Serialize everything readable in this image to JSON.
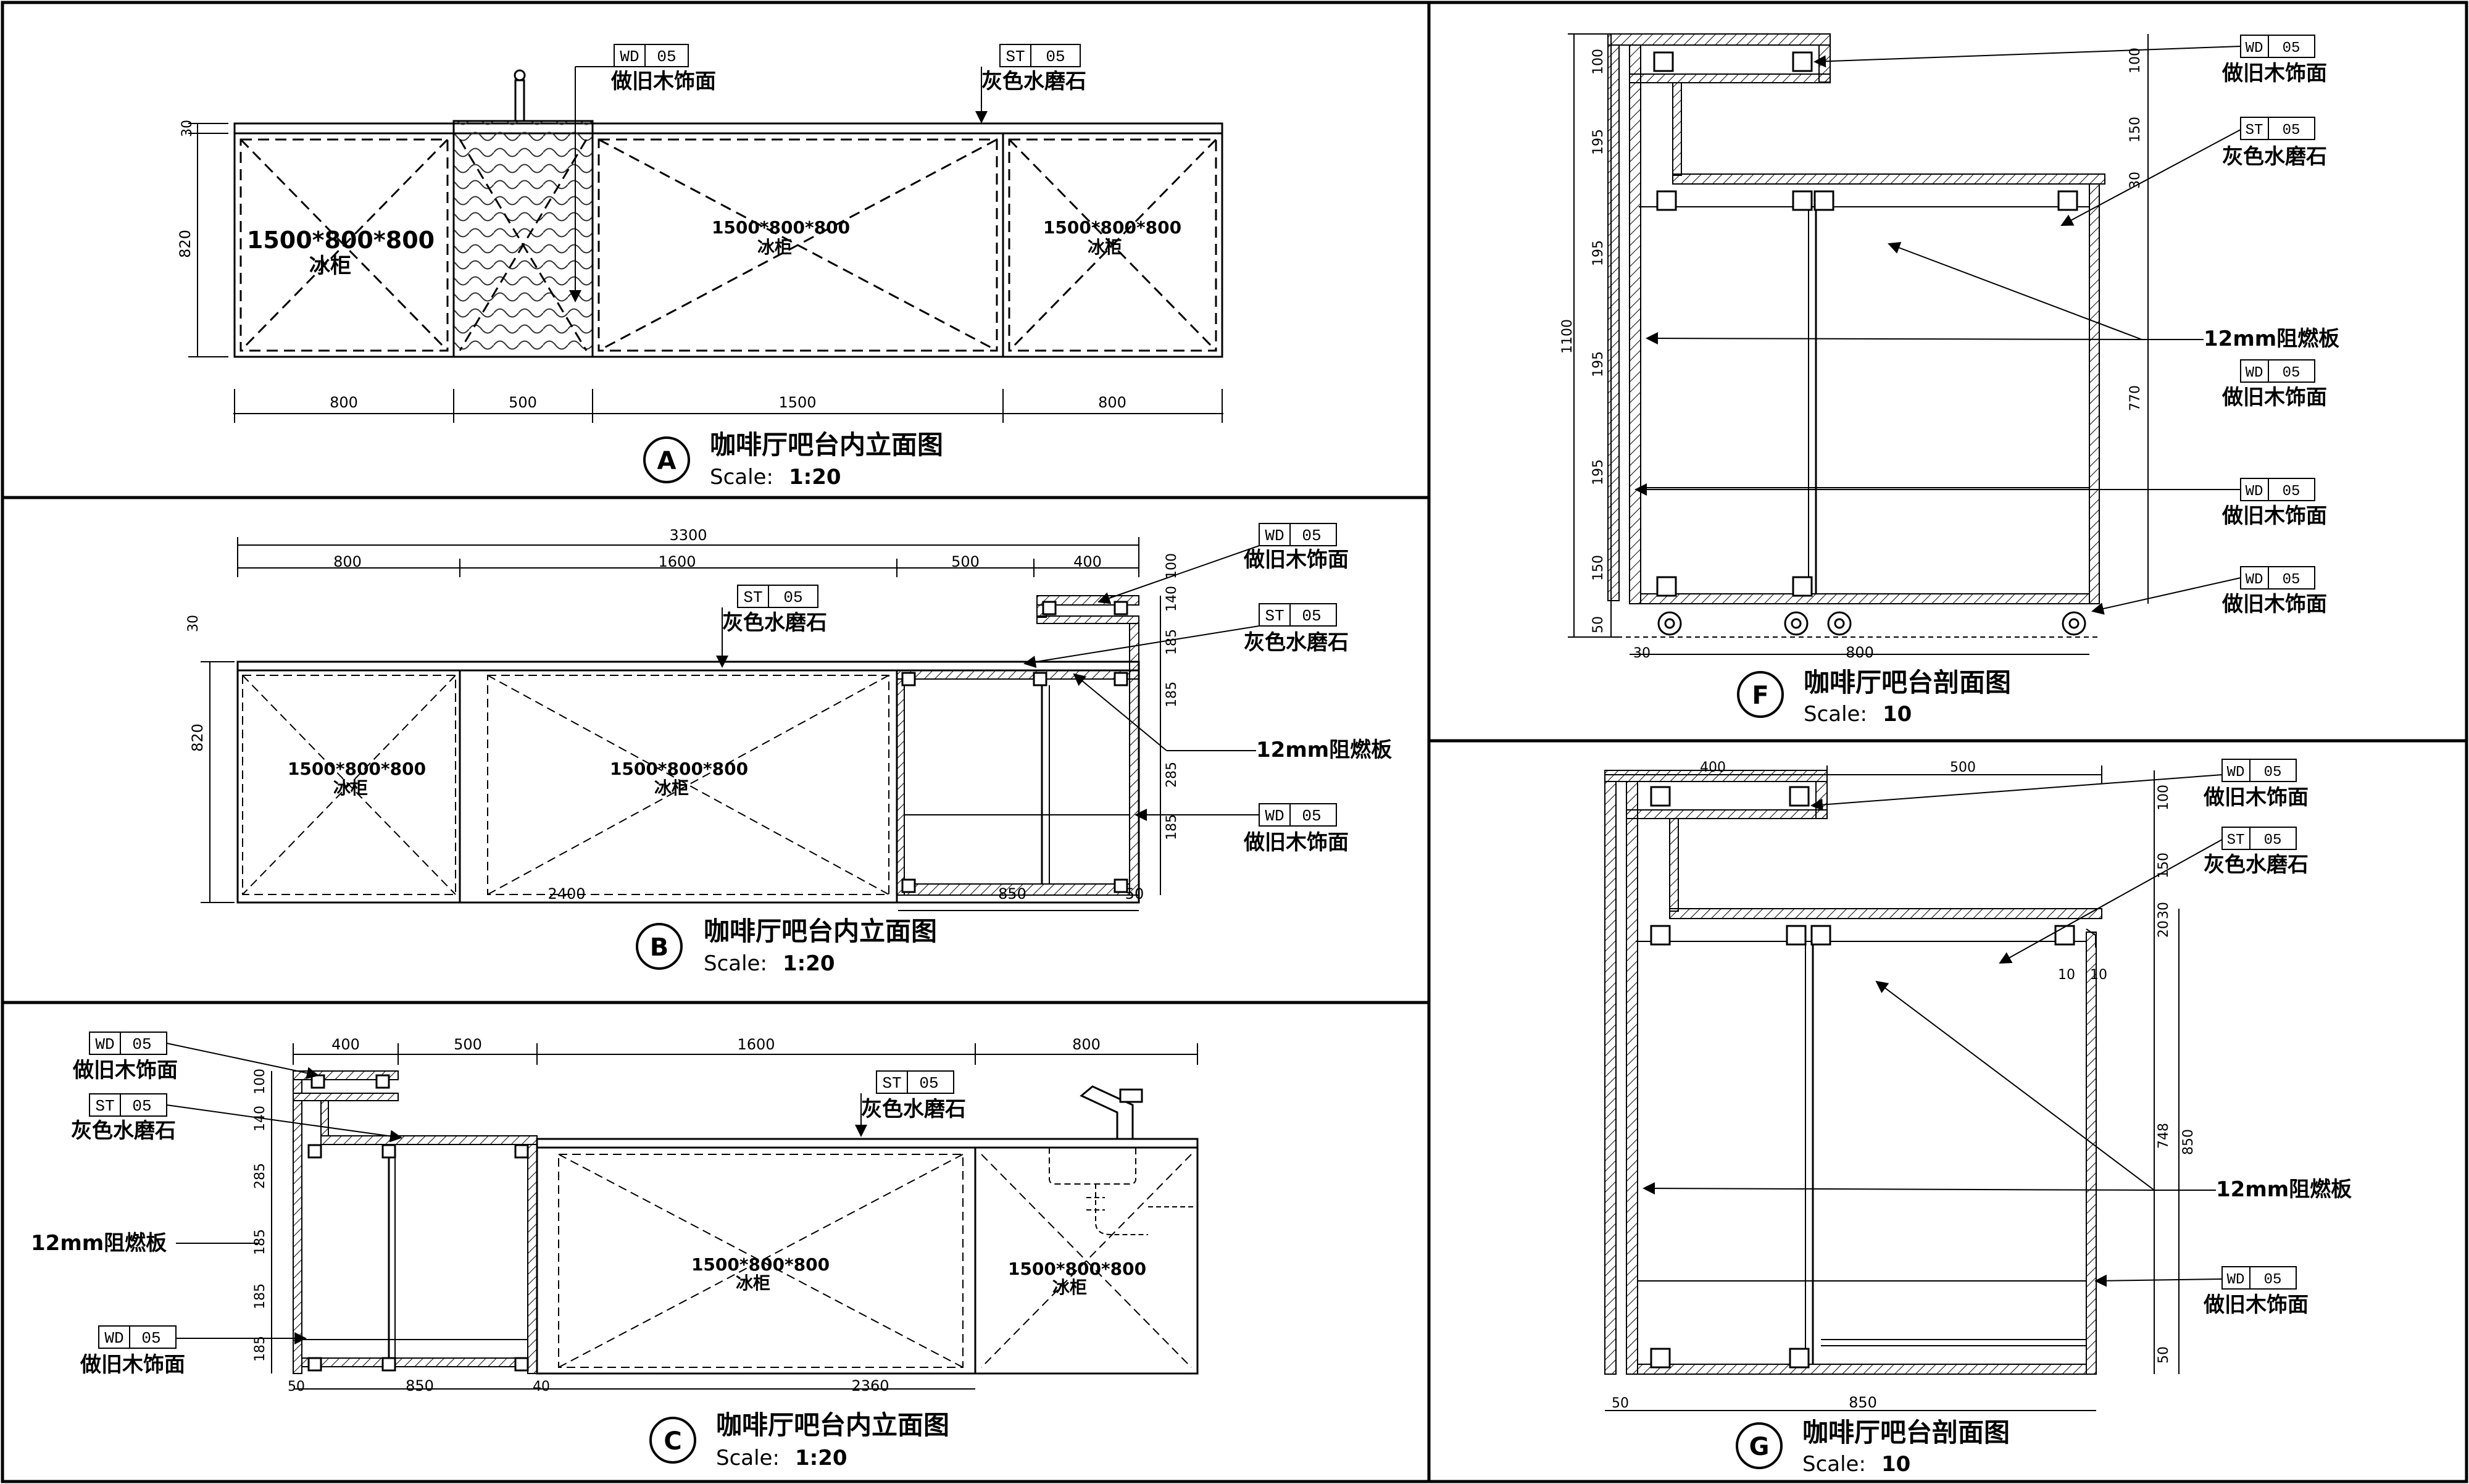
{
  "labels": {
    "wd_code": "WD",
    "st_code": "ST",
    "tag_num": "05",
    "wood": "做旧木饰面",
    "stone": "灰色水磨石",
    "board": "12mm阻燃板",
    "fridge_size": "1500*800*800",
    "fridge": "冰柜",
    "scale_word": "Scale:"
  },
  "views": {
    "A": {
      "letter": "A",
      "title": "咖啡厅吧台内立面图",
      "scale": "1:20",
      "dims_bottom": [
        "800",
        "500",
        "1500",
        "800"
      ],
      "dim_top": "30",
      "dim_height": "820"
    },
    "B": {
      "letter": "B",
      "title": "咖啡厅吧台内立面图",
      "scale": "1:20",
      "dim_total": "3300",
      "dims_top": [
        "800",
        "1600",
        "500",
        "400"
      ],
      "dims_bottom": [
        "2400",
        "850",
        "50"
      ],
      "dim_top": "30",
      "dim_height": "820",
      "dims_right": [
        "100",
        "140",
        "185",
        "185",
        "285",
        "185"
      ]
    },
    "C": {
      "letter": "C",
      "title": "咖啡厅吧台内立面图",
      "scale": "1:20",
      "dims_top": [
        "400",
        "500",
        "1600",
        "800"
      ],
      "dims_bottom": [
        "50",
        "850",
        "40",
        "2360"
      ],
      "dims_left": [
        "100",
        "140",
        "285",
        "185",
        "185",
        "185"
      ]
    },
    "F": {
      "letter": "F",
      "title": "咖啡厅吧台剖面图",
      "scale": "10",
      "dims_left": [
        "100",
        "195",
        "195",
        "195",
        "195",
        "150",
        "50",
        "1100"
      ],
      "dims_right": [
        "100",
        "150",
        "30",
        "770"
      ],
      "dims_bottom": [
        "30",
        "800"
      ]
    },
    "G": {
      "letter": "G",
      "title": "咖啡厅吧台剖面图",
      "scale": "10",
      "dims_top": [
        "400",
        "500"
      ],
      "dims_right": [
        "100",
        "150",
        "30",
        "20",
        "748",
        "850",
        "50"
      ],
      "dims_bottom": [
        "50",
        "850"
      ],
      "dim_small": "10",
      "dim_small2": "10"
    }
  }
}
